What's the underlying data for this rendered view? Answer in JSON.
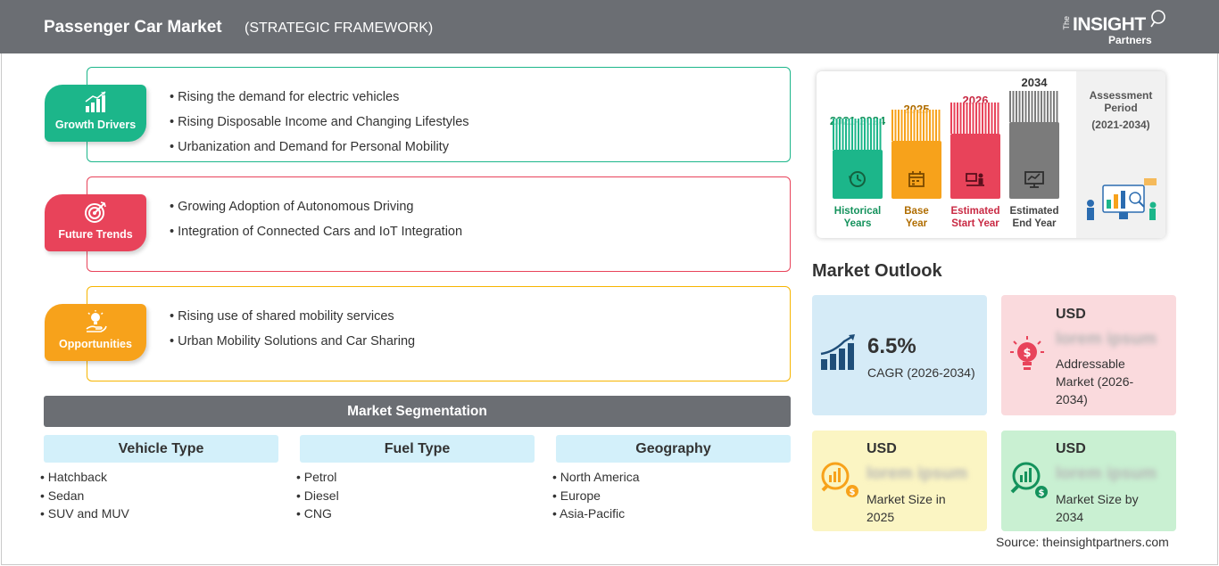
{
  "header": {
    "title": "Passenger Car Market",
    "subtitle": "(STRATEGIC FRAMEWORK)",
    "logo": {
      "the": "The",
      "insight": "INSIGHT",
      "partners": "Partners"
    }
  },
  "framework": [
    {
      "label": "Growth Drivers",
      "icon": "bar-chart-up-icon",
      "color": "#1cb68a",
      "items": [
        "Rising the demand for electric vehicles",
        "Rising Disposable Income and Changing Lifestyles",
        "Urbanization and Demand for Personal Mobility"
      ]
    },
    {
      "label": "Future Trends",
      "icon": "target-icon",
      "color": "#e8435a",
      "items": [
        "Growing Adoption of Autonomous Driving",
        "Integration of Connected Cars and IoT Integration"
      ]
    },
    {
      "label": "Opportunities",
      "icon": "lightbulb-hand-icon",
      "color": "#f7a21b",
      "items": [
        "Rising use of shared mobility services",
        "Urban Mobility Solutions and Car Sharing"
      ]
    }
  ],
  "segmentation": {
    "title": "Market Segmentation",
    "columns": [
      {
        "header": "Vehicle Type",
        "items": [
          "Hatchback",
          "Sedan",
          "SUV and MUV"
        ]
      },
      {
        "header": "Fuel Type",
        "items": [
          "Petrol",
          "Diesel",
          "CNG"
        ]
      },
      {
        "header": "Geography",
        "items": [
          "North America",
          "Europe",
          "Asia-Pacific"
        ]
      }
    ]
  },
  "assessment": {
    "title": "Assessment Period",
    "years": "(2021-2034)",
    "columns": [
      {
        "year": "2021-2024",
        "line1": "Historical",
        "line2": "Years",
        "color": "#1cb68a",
        "icon": "history-icon"
      },
      {
        "year": "2025",
        "line1": "Base",
        "line2": "Year",
        "color": "#f7a21b",
        "icon": "calendar-icon"
      },
      {
        "year": "2026",
        "line1": "Estimated",
        "line2": "Start Year",
        "color": "#e8435a",
        "icon": "presentation-icon"
      },
      {
        "year": "2034",
        "line1": "Estimated",
        "line2": "End Year",
        "color": "#7b7b7b",
        "icon": "monitor-chart-icon"
      }
    ]
  },
  "outlook": {
    "title": "Market Outlook",
    "cagr": {
      "value": "6.5%",
      "label": "CAGR (2026-2034)",
      "icon": "growth-chart-icon",
      "color": "#d5ebf7"
    },
    "addressable": {
      "usd": "USD",
      "value": "lorem ipsum",
      "label": "Addressable Market (2026-2034)",
      "icon": "money-bulb-icon",
      "color": "#fadadd"
    },
    "size2025": {
      "usd": "USD",
      "value": "lorem ipsum",
      "label": "Market Size in 2025",
      "icon": "coin-magnifier-icon",
      "color": "#fbf5c3"
    },
    "size2034": {
      "usd": "USD",
      "value": "lorem ipsum",
      "label": "Market Size by 2034",
      "icon": "chart-magnifier-icon",
      "color": "#c9f0d2"
    }
  },
  "source": "Source: theinsightpartners.com"
}
